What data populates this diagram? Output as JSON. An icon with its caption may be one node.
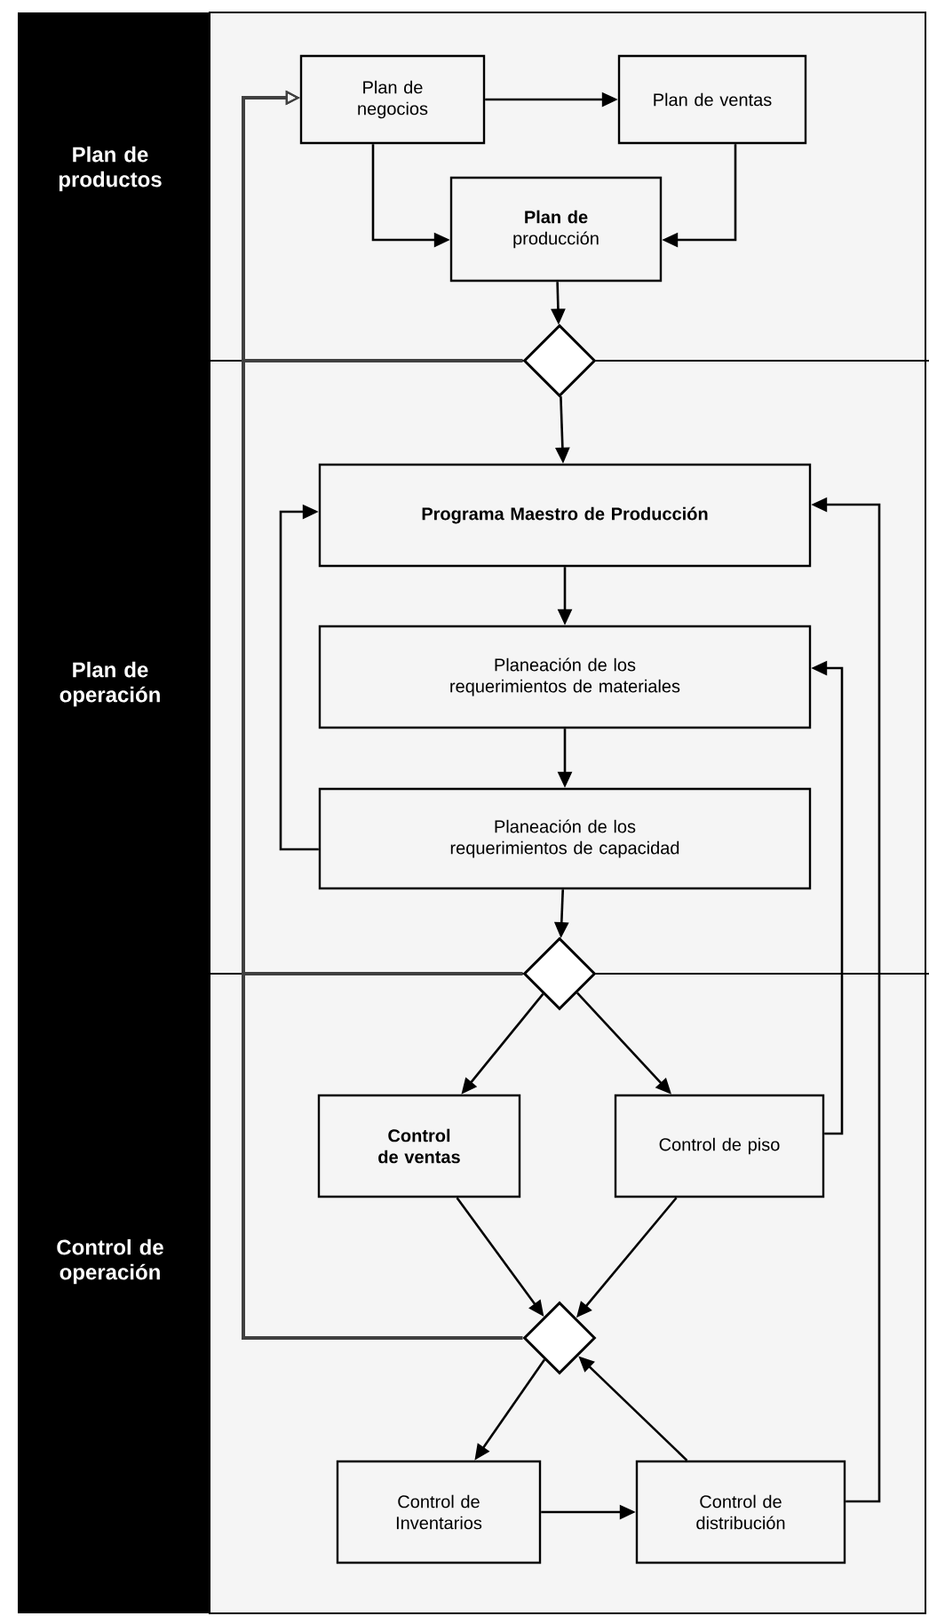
{
  "diagram": {
    "nodes": [
      {
        "text": [
          "Plan de negocios"
        ]
      },
      {
        "text": [
          "Plan de ventas"
        ]
      },
      {
        "text": [
          "**Plan de** producción"
        ]
      },
      {
        "text": [],
        "shape": "diamond"
      },
      {
        "text": [
          "Programa Maestro de Producción"
        ]
      },
      {
        "text": [
          "Planeación de los requerimientos de materiales"
        ]
      },
      {
        "text": [
          "Planeación de los requerimientos de capacidad"
        ]
      },
      {
        "text": [],
        "shape": "diamond"
      },
      {
        "text": [
          "Control de ventas"
        ]
      },
      {
        "text": [
          "Control de piso"
        ]
      },
      {
        "text": [],
        "shape": "diamond"
      },
      {
        "text": [
          "Control de Inventarios"
        ]
      },
      {
        "text": [
          "Control de distribución"
        ]
      }
    ],
    "edges": [
      {
        "from": 0,
        "to": 1,
        "arrow": "to"
      },
      {
        "from": 0,
        "to": 2,
        "arrow": "to"
      },
      {
        "from": 1,
        "to": 2,
        "arrow": "to"
      },
      {
        "from": 2,
        "to": 3,
        "arrow": "to"
      },
      {
        "from": 3,
        "to": 4,
        "arrow": "to"
      },
      {
        "from": 4,
        "to": 5,
        "arrow": "to"
      },
      {
        "from": 5,
        "to": 6,
        "arrow": "to"
      },
      {
        "from": 6,
        "to": 4,
        "arrow": "to"
      },
      {
        "from": 6,
        "to": 7,
        "arrow": "to"
      },
      {
        "from": 7,
        "to": 8,
        "arrow": "to"
      },
      {
        "from": 7,
        "to": 9,
        "arrow": "to"
      },
      {
        "from": 9,
        "to": 5,
        "arrow": "to"
      },
      {
        "from": 8,
        "to": 10,
        "arrow": "to"
      },
      {
        "from": 9,
        "to": 10,
        "arrow": "to"
      },
      {
        "from": 10,
        "to": 11,
        "arrow": "to"
      },
      {
        "from": 12,
        "to": 10,
        "arrow": "to"
      },
      {
        "from": 11,
        "to": 12,
        "arrow": "to"
      },
      {
        "from": 12,
        "to": 4,
        "arrow": "to"
      },
      {
        "from": 3,
        "to": 0,
        "arrow": "to"
      },
      {
        "from": 7,
        "to": 0,
        "arrow": "to"
      },
      {
        "from": 10,
        "to": 0,
        "arrow": "to"
      }
    ],
    "labels": [
      "Plan de productos",
      "Plan de operación",
      "Control de operación"
    ]
  }
}
